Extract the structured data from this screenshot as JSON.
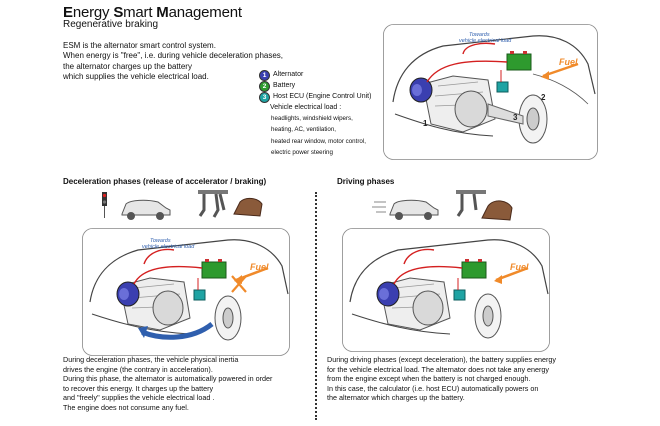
{
  "header": {
    "title_parts": [
      {
        "cap": "E",
        "rest": "nergy "
      },
      {
        "cap": "S",
        "rest": "mart "
      },
      {
        "cap": "M",
        "rest": "anagement"
      }
    ],
    "subtitle": "Regenerative braking"
  },
  "intro_lines": [
    "ESM is the alternator smart control system.",
    "When energy is \"free\", i.e. during vehicle deceleration phases,",
    "the alternator charges up the battery",
    "which supplies the vehicle electrical load."
  ],
  "legend": [
    {
      "num": "1",
      "label": "Alternator",
      "color": "#3a3fb0"
    },
    {
      "num": "2",
      "label": "Battery",
      "color": "#2e9a2e"
    },
    {
      "num": "3",
      "label": "Host ECU (Engine Control Unit)",
      "color": "#1fa3a3"
    }
  ],
  "loads": {
    "heading": "Vehicle electrical load :",
    "lines": [
      "headlights, windshield wipers,",
      "heating, AC, ventilation,",
      "heated rear window, motor control,",
      "electric power steering"
    ]
  },
  "diagram_labels": {
    "towards": "Towards",
    "towards_load": "vehicle electrical load",
    "fuel": "Fuel",
    "callouts": [
      "1",
      "2",
      "3"
    ]
  },
  "deceleration": {
    "title": "Deceleration phases (release of accelerator / braking)",
    "lines": [
      "During deceleration phases, the vehicle physical inertia",
      "drives the engine (the contrary in acceleration).",
      "During this phase, the alternator is automatically powered in order",
      "to recover this energy. It charges up the battery",
      "and \"freely\" supplies the vehicle electrical load .",
      "The engine does not consume any fuel."
    ]
  },
  "driving": {
    "title": "Driving phases",
    "lines": [
      "During driving phases (except deceleration), the battery supplies energy",
      "for the vehicle electrical load. The alternator does not take any energy",
      "from the engine except when the battery is not charged enough.",
      "In this case, the calculator (i.e. host ECU) automatically powers on",
      "the alternator which charges up the battery."
    ]
  },
  "colors": {
    "alternator": "#3a3fb0",
    "battery": "#2e9a2e",
    "ecu": "#1fa3a3",
    "wire": "#d42020",
    "fuel": "#f08a2a",
    "flow": "#2f5fae"
  }
}
